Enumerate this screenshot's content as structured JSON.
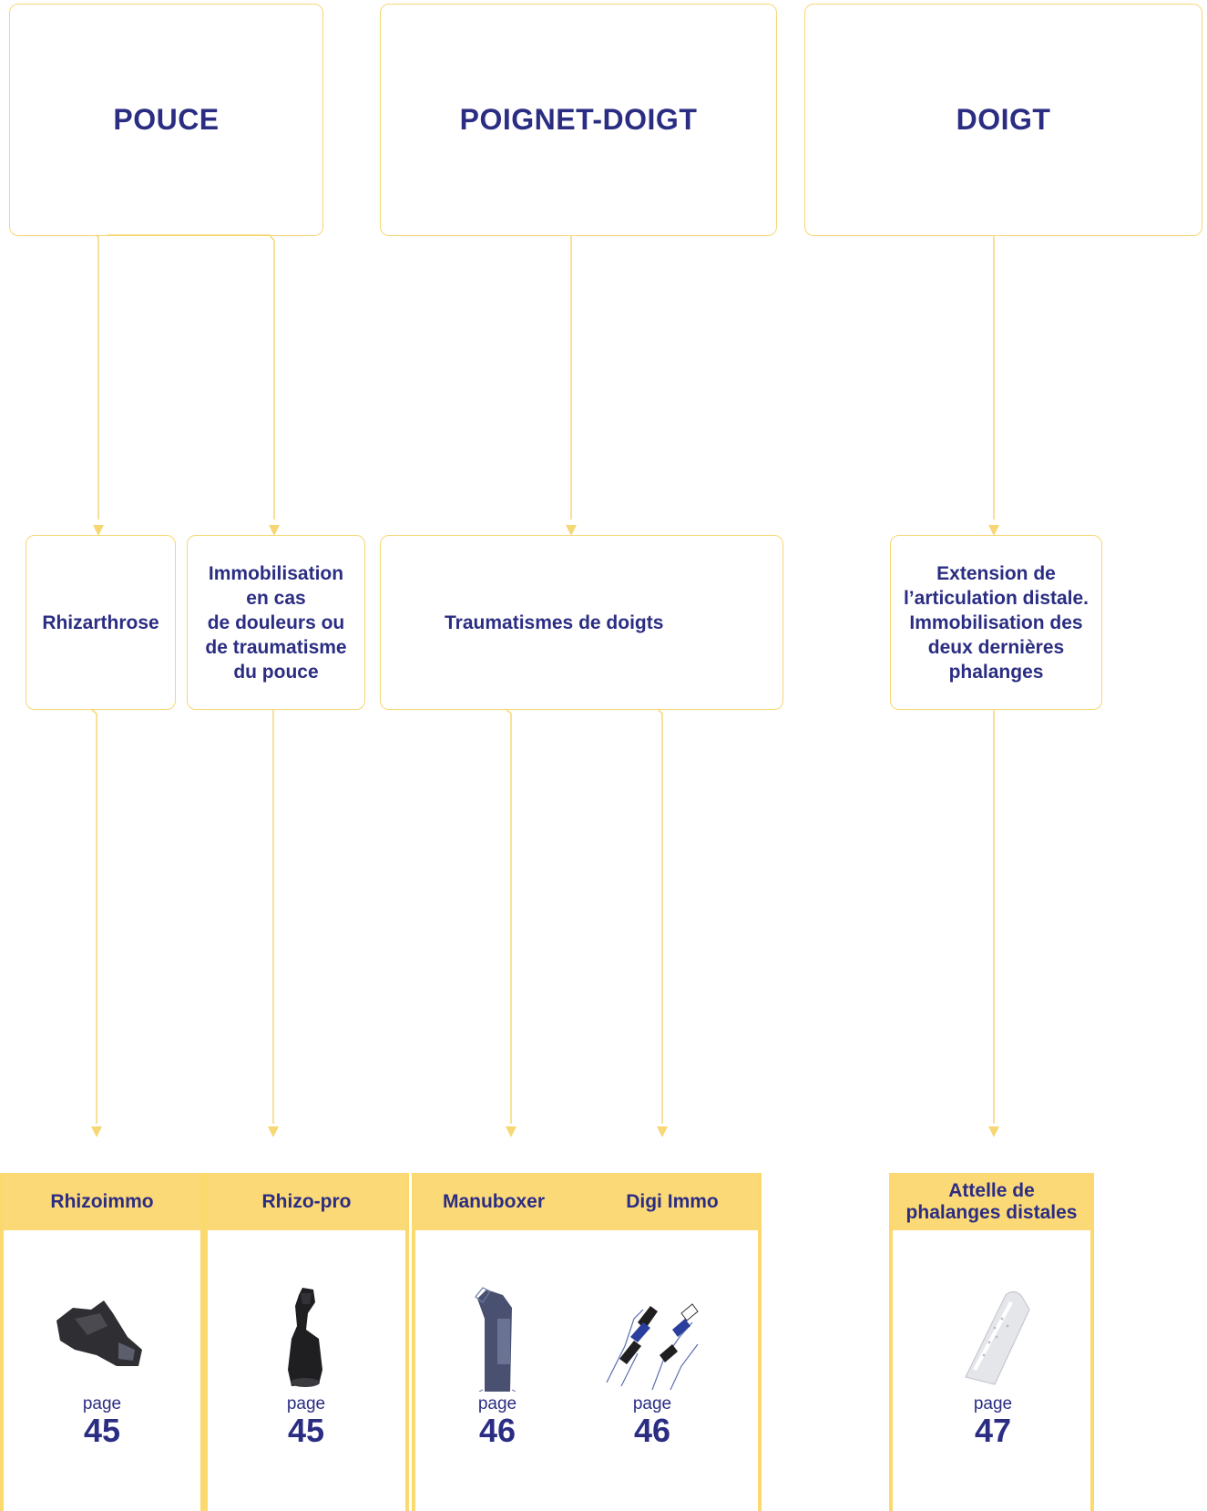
{
  "categories": {
    "pouce": "POUCE",
    "poignet_doigt": "POIGNET-DOIGT",
    "doigt": "DOIGT"
  },
  "indications": {
    "rhizarthrose": "Rhizarthrose",
    "immobilisation_pouce": "Immobilisation\nen cas\nde douleurs ou\nde traumatisme\ndu pouce",
    "traumatismes_doigts": "Traumatismes de doigts",
    "extension_distale": "Extension de\nl’articulation distale.\nImmobilisation des\ndeux dernières\nphalanges"
  },
  "products": {
    "rhizoimmo": {
      "name": "Rhizoimmo",
      "page_label": "page",
      "page": "45"
    },
    "rhizo_pro": {
      "name": "Rhizo-pro",
      "page_label": "page",
      "page": "45"
    },
    "manuboxer": {
      "name": "Manuboxer",
      "page_label": "page",
      "page": "46"
    },
    "digi_immo": {
      "name": "Digi Immo",
      "page_label": "page",
      "page": "46"
    },
    "attelle": {
      "name": "Attelle de\nphalanges distales",
      "page_label": "page",
      "page": "47"
    }
  },
  "colors": {
    "text": "#2b2d83",
    "line": "#f6d774",
    "card_header": "#fcd977"
  }
}
